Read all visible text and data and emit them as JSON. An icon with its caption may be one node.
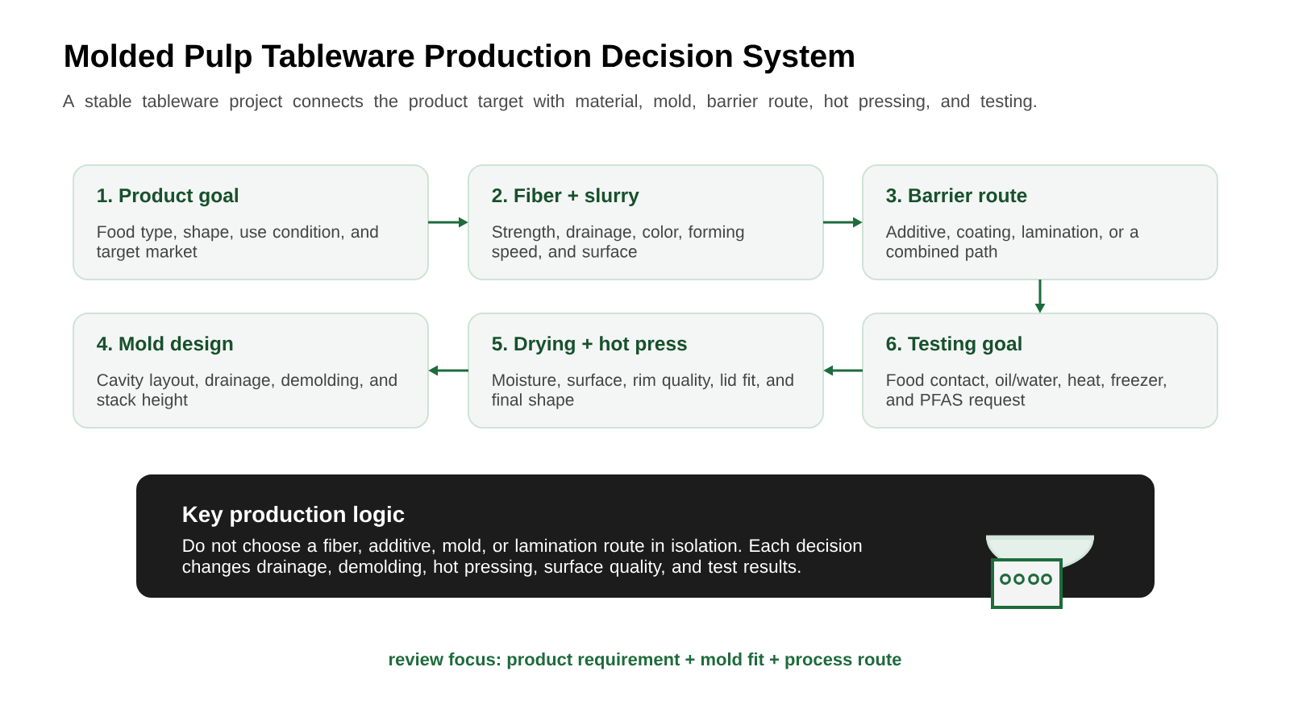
{
  "diagram": {
    "title": "Molded Pulp Tableware Production Decision System",
    "nodes": [
      {
        "text": [
          "1. Product goal",
          "Food type, shape, use condition, and target market"
        ]
      },
      {
        "text": [
          "2. Fiber + slurry",
          "Strength, drainage, color, forming speed, and surface"
        ]
      },
      {
        "text": [
          "3. Barrier route",
          "Additive, coating, lamination, or a combined path"
        ]
      },
      {
        "text": [
          "4. Mold design",
          "Cavity layout, drainage, demolding, and stack height"
        ]
      },
      {
        "text": [
          "5. Drying + hot press",
          "Moisture, surface, rim quality, lid fit, and final shape"
        ]
      },
      {
        "text": [
          "6. Testing goal",
          "Food contact, oil/water, heat, freezer, and PFAS request"
        ]
      },
      {
        "text": [
          "Key production logic",
          "Do not choose a fiber, additive, mold, or lamination route in isolation. Each decision changes drainage, demolding, hot pressing, surface quality, and test results."
        ]
      }
    ],
    "edges": [
      {
        "from": 0,
        "to": 1,
        "arrow": "to"
      },
      {
        "from": 1,
        "to": 2,
        "arrow": "to"
      },
      {
        "from": 2,
        "to": 5,
        "arrow": "to"
      },
      {
        "from": 5,
        "to": 4,
        "arrow": "to"
      },
      {
        "from": 4,
        "to": 3,
        "arrow": "to"
      }
    ],
    "labels": [
      "A stable tableware project connects the product target with material, mold, barrier route, hot pressing, and testing.",
      "review focus: product requirement + mold fit + process route"
    ]
  }
}
